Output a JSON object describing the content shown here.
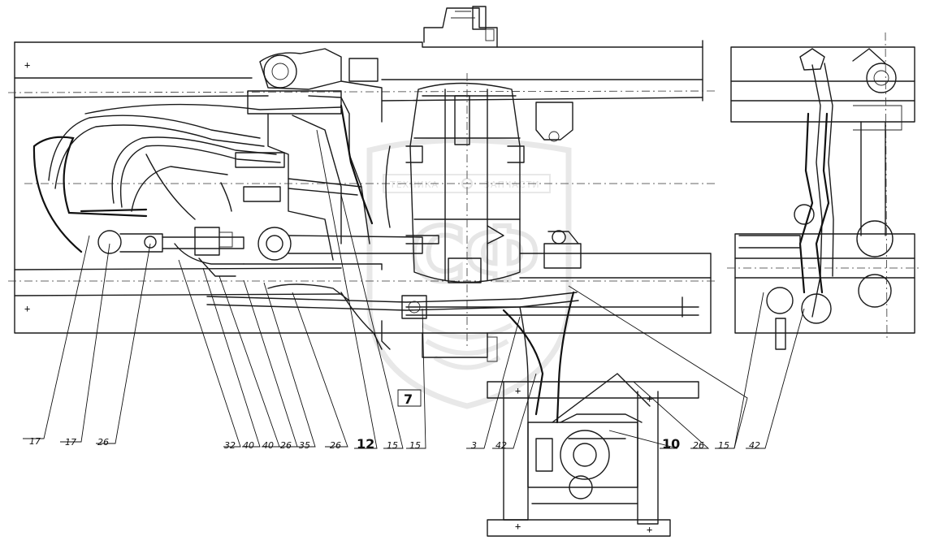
{
  "watermark": {
    "left_text": "ТЕХНИКА",
    "right_text": "ЗАПЧАСТИ",
    "monogram": "СФ"
  },
  "callouts": [
    {
      "id": "c1",
      "label": "17"
    },
    {
      "id": "c2",
      "label": "17"
    },
    {
      "id": "c3",
      "label": "26"
    },
    {
      "id": "c4",
      "label": "32"
    },
    {
      "id": "c5",
      "label": "40"
    },
    {
      "id": "c6",
      "label": "40"
    },
    {
      "id": "c7",
      "label": "26"
    },
    {
      "id": "c8",
      "label": "35"
    },
    {
      "id": "c9",
      "label": "26"
    },
    {
      "id": "c10",
      "label": "12"
    },
    {
      "id": "c11",
      "label": "15"
    },
    {
      "id": "c12",
      "label": "15"
    },
    {
      "id": "c13",
      "label": "7"
    },
    {
      "id": "c14",
      "label": "3"
    },
    {
      "id": "c15",
      "label": "42"
    },
    {
      "id": "c16",
      "label": "10"
    },
    {
      "id": "c17",
      "label": "26"
    },
    {
      "id": "c18",
      "label": "15"
    },
    {
      "id": "c19",
      "label": "42"
    }
  ]
}
